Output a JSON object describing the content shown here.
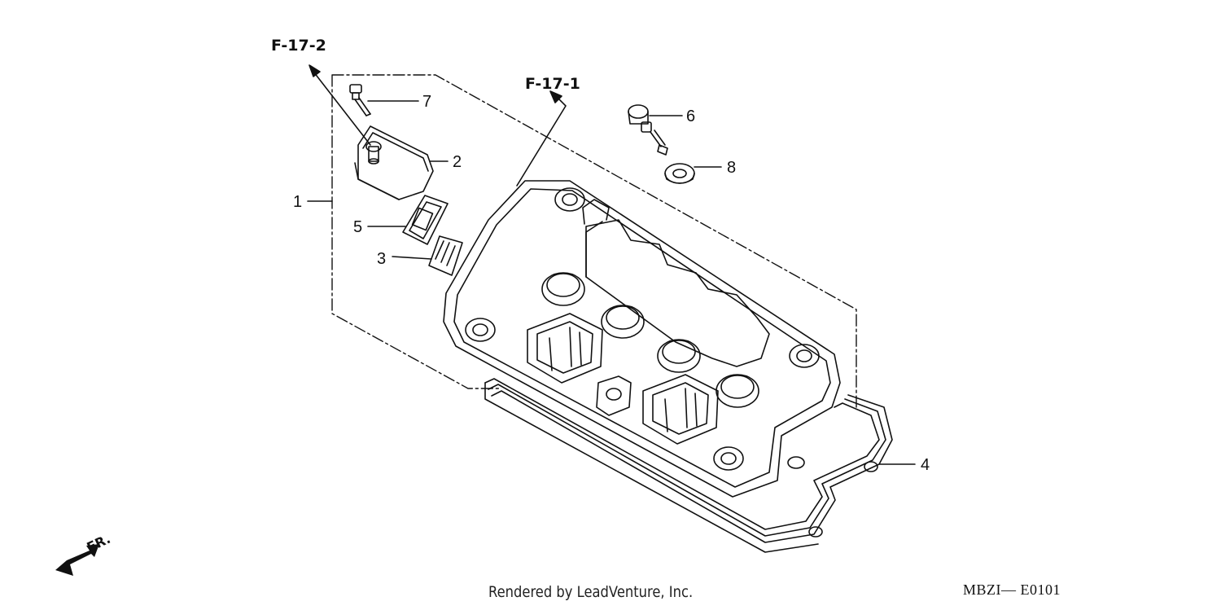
{
  "references": {
    "f17_2": "F-17-2",
    "f17_1": "F-17-1"
  },
  "callouts": {
    "p1": "1",
    "p2": "2",
    "p3": "3",
    "p4": "4",
    "p5": "5",
    "p6": "6",
    "p7": "7",
    "p8": "8"
  },
  "direction_label": "FR.",
  "footer": {
    "credit": "Rendered by LeadVenture, Inc.",
    "diagram_code": "MBZI—  E0101"
  }
}
